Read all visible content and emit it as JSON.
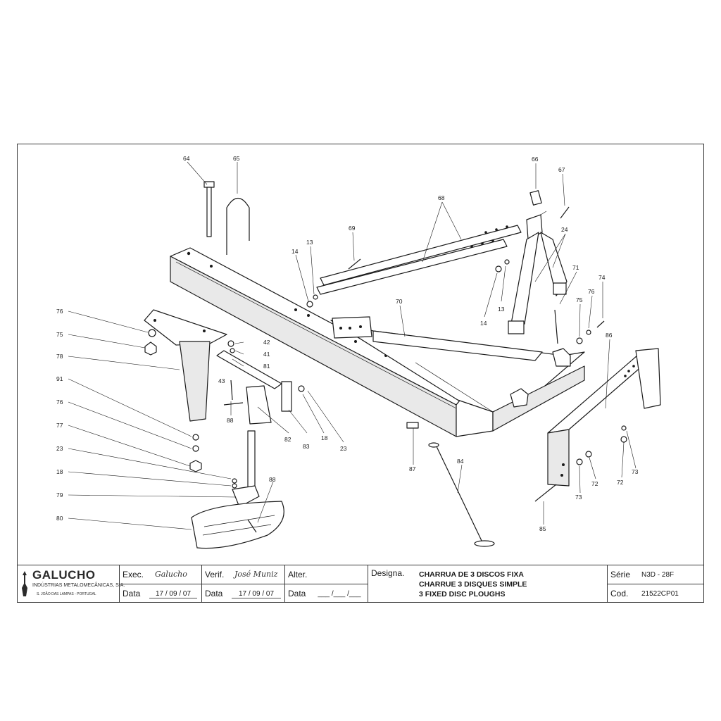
{
  "callouts": [
    {
      "id": "c64a",
      "text": "64"
    },
    {
      "id": "c65",
      "text": "65"
    },
    {
      "id": "c66",
      "text": "66"
    },
    {
      "id": "c67",
      "text": "67"
    },
    {
      "id": "c68",
      "text": "68"
    },
    {
      "id": "c69",
      "text": "69"
    },
    {
      "id": "c24",
      "text": "24"
    },
    {
      "id": "c14a",
      "text": "14"
    },
    {
      "id": "c13a",
      "text": "13"
    },
    {
      "id": "c13b",
      "text": "13"
    },
    {
      "id": "c14b",
      "text": "14"
    },
    {
      "id": "c71",
      "text": "71"
    },
    {
      "id": "c74",
      "text": "74"
    },
    {
      "id": "c76a",
      "text": "76"
    },
    {
      "id": "c75a",
      "text": "75"
    },
    {
      "id": "c70",
      "text": "70"
    },
    {
      "id": "c86",
      "text": "86"
    },
    {
      "id": "c76b",
      "text": "76"
    },
    {
      "id": "c75b",
      "text": "75"
    },
    {
      "id": "c78a",
      "text": "78"
    },
    {
      "id": "c42",
      "text": "42"
    },
    {
      "id": "c41",
      "text": "41"
    },
    {
      "id": "c81",
      "text": "81"
    },
    {
      "id": "c91",
      "text": "91"
    },
    {
      "id": "c43",
      "text": "43"
    },
    {
      "id": "c76c",
      "text": "76"
    },
    {
      "id": "c88a",
      "text": "88"
    },
    {
      "id": "c82",
      "text": "82"
    },
    {
      "id": "c83",
      "text": "83"
    },
    {
      "id": "c18a",
      "text": "18"
    },
    {
      "id": "c23a",
      "text": "23"
    },
    {
      "id": "c77",
      "text": "77"
    },
    {
      "id": "c23b",
      "text": "23"
    },
    {
      "id": "c87",
      "text": "87"
    },
    {
      "id": "c84b",
      "text": "84"
    },
    {
      "id": "c73a",
      "text": "73"
    },
    {
      "id": "c72a",
      "text": "72"
    },
    {
      "id": "c72b",
      "text": "72"
    },
    {
      "id": "c73b",
      "text": "73"
    },
    {
      "id": "c18b",
      "text": "18"
    },
    {
      "id": "c88b",
      "text": "88"
    },
    {
      "id": "c79",
      "text": "79"
    },
    {
      "id": "c80",
      "text": "80"
    },
    {
      "id": "c85",
      "text": "85"
    }
  ],
  "titleblock": {
    "brand": "GALUCHO",
    "brand_sub": "INDÚSTRIAS METALOMECÂNICAS, S.A.",
    "brand_loc": "S. JOÃO DAS LAMPAS - PORTUGAL",
    "exec_label": "Exec.",
    "exec_signature": "Galucho",
    "verif_label": "Verif.",
    "verif_signature": "José Muniz",
    "alter_label": "Alter.",
    "data_label_1": "Data",
    "data_value_1": "17 / 09 / 07",
    "data_label_2": "Data",
    "data_value_2": "17 / 09 / 07",
    "data_label_3": "Data",
    "data_value_3": "___ /___ /___",
    "designa_label": "Designa.",
    "designa_lines": [
      "CHARRUA DE 3 DISCOS FIXA",
      "CHARRUE 3 DISQUES SIMPLE",
      "3 FIXED DISC PLOUGHS"
    ],
    "serie_label": "Série",
    "serie_value": "N3D - 28F",
    "cod_label": "Cod.",
    "cod_value": "21522CP01"
  }
}
